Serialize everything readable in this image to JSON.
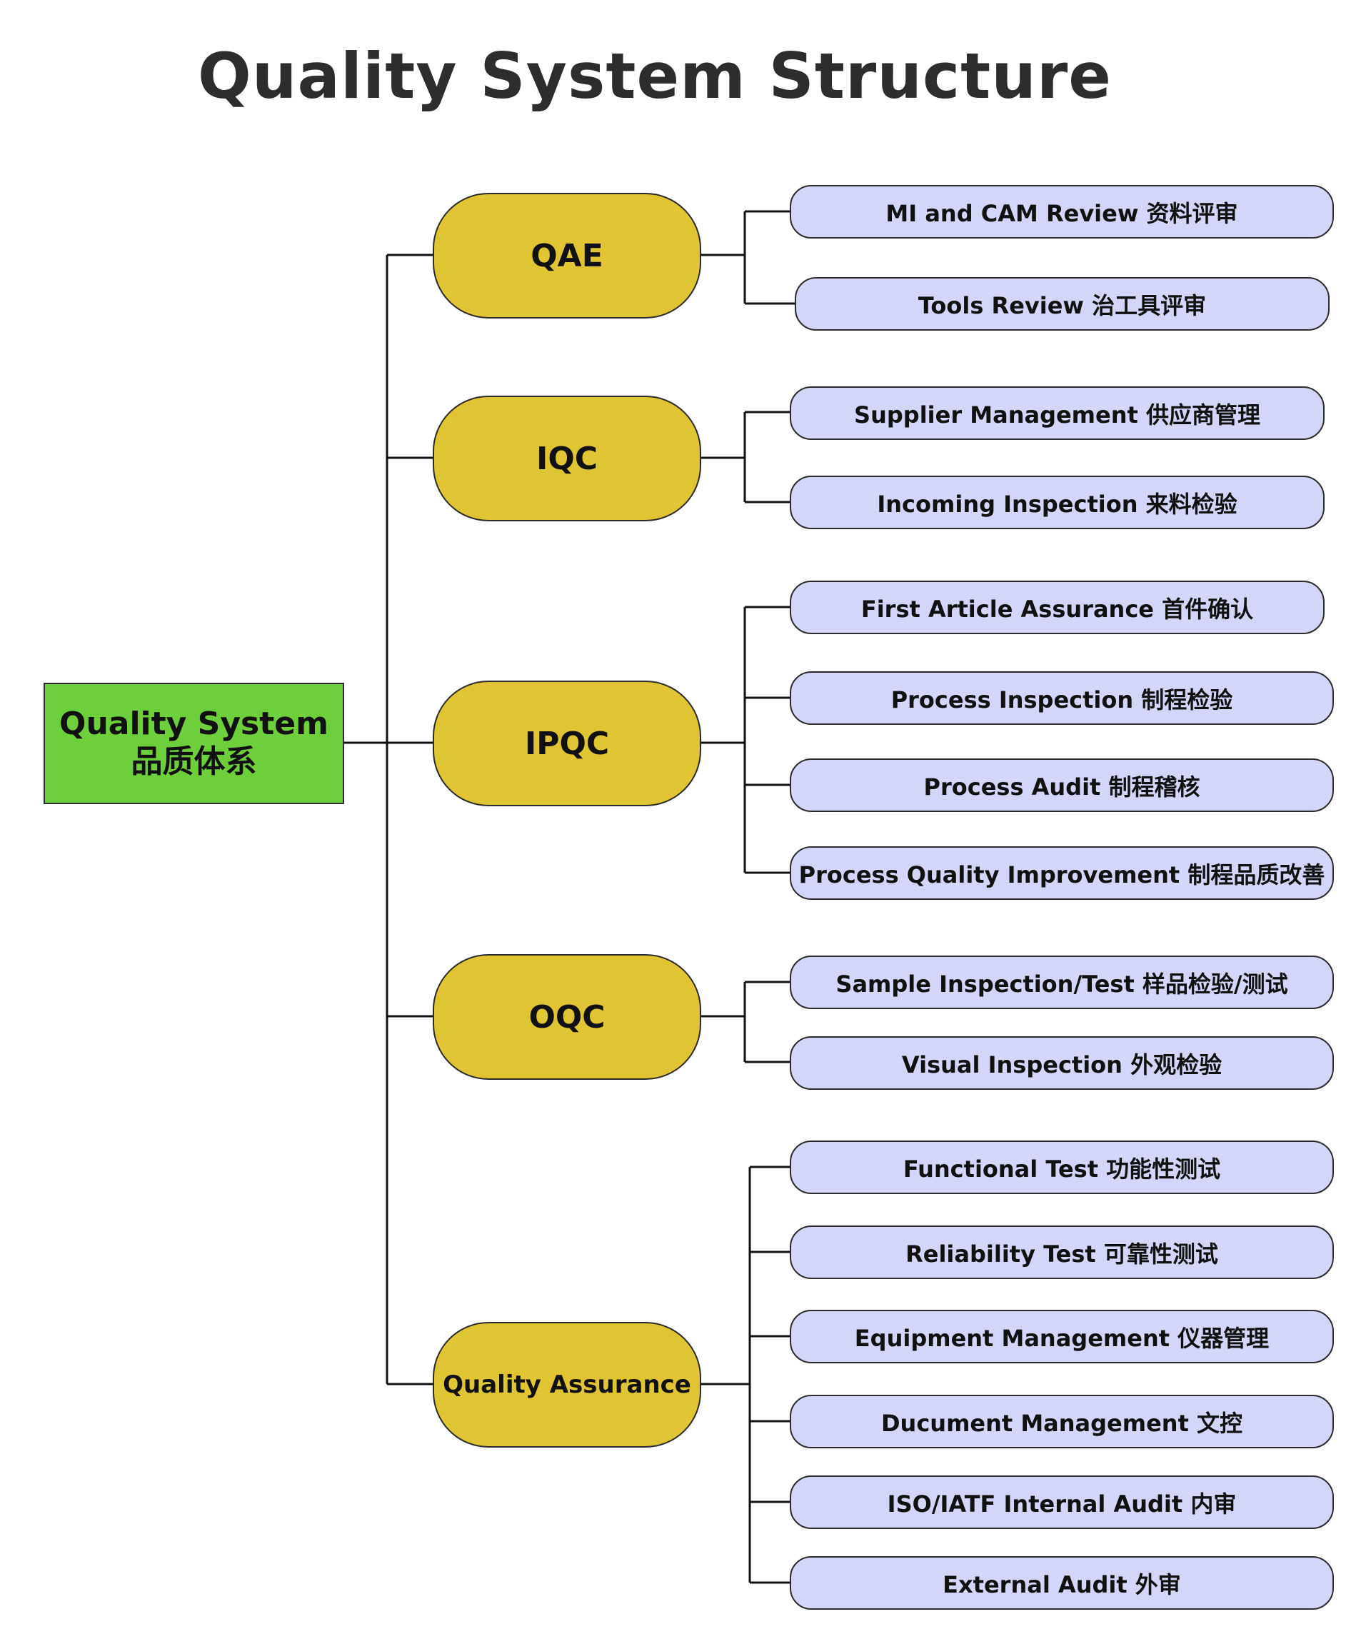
{
  "title": "Quality System Structure",
  "root": {
    "line1": "Quality System",
    "line2": "品质体系"
  },
  "categories": [
    {
      "label": "QAE",
      "items": [
        "MI and CAM Review 资料评审",
        "Tools Review 治工具评审"
      ]
    },
    {
      "label": "IQC",
      "items": [
        "Supplier Management 供应商管理",
        "Incoming Inspection 来料检验"
      ]
    },
    {
      "label": "IPQC",
      "items": [
        "First Article Assurance 首件确认",
        "Process Inspection 制程检验",
        "Process Audit 制程稽核",
        "Process Quality Improvement  制程品质改善"
      ]
    },
    {
      "label": "OQC",
      "items": [
        "Sample Inspection/Test 样品检验/测试",
        "Visual Inspection 外观检验"
      ]
    },
    {
      "label": "Quality Assurance",
      "items": [
        "Functional Test 功能性测试",
        "Reliability Test 可靠性测试",
        "Equipment Management 仪器管理",
        "Ducument Management 文控",
        "ISO/IATF Internal Audit 内审",
        "External Audit 外审"
      ]
    }
  ],
  "colors": {
    "root_fill": "#6dcf3c",
    "category_fill": "#dfc534",
    "item_fill": "#d3d6f6",
    "line": "#111111"
  }
}
